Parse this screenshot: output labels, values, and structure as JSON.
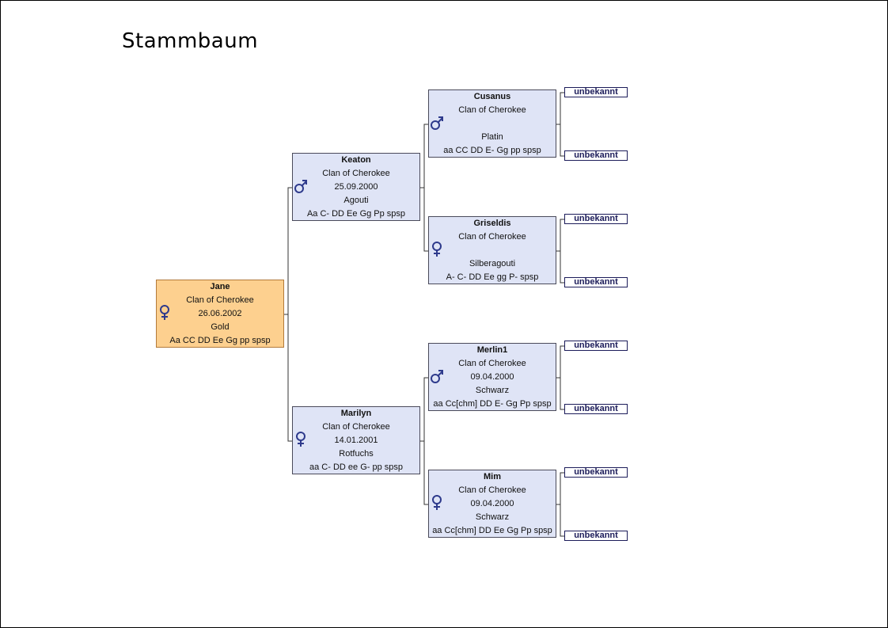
{
  "title": "Stammbaum",
  "colors": {
    "card": "#dfe4f6",
    "root": "#fdd08f",
    "symbol": "#2e3a8c",
    "line": "#333333"
  },
  "root": {
    "name": "Jane",
    "clan": "Clan of Cherokee",
    "date": "26.06.2002",
    "color": "Gold",
    "genes": "Aa CC DD Ee Gg pp spsp",
    "sex": "female-symbol-icon"
  },
  "parents": [
    {
      "name": "Keaton",
      "clan": "Clan of Cherokee",
      "date": "25.09.2000",
      "color": "Agouti",
      "genes": "Aa C- DD Ee Gg Pp spsp",
      "sex": "male-symbol-icon"
    },
    {
      "name": "Marilyn",
      "clan": "Clan of Cherokee",
      "date": "14.01.2001",
      "color": "Rotfuchs",
      "genes": "aa C- DD ee G- pp spsp",
      "sex": "female-symbol-icon"
    }
  ],
  "grandparents": [
    {
      "name": "Cusanus",
      "clan": "Clan of Cherokee",
      "date": "",
      "color": "Platin",
      "genes": "aa CC DD E- Gg pp spsp",
      "sex": "male-symbol-icon"
    },
    {
      "name": "Griseldis",
      "clan": "Clan of Cherokee",
      "date": "",
      "color": "Silberagouti",
      "genes": "A- C- DD Ee gg P- spsp",
      "sex": "female-symbol-icon"
    },
    {
      "name": "Merlin1",
      "clan": "Clan of Cherokee",
      "date": "09.04.2000",
      "color": "Schwarz",
      "genes": "aa Cc[chm] DD E- Gg Pp spsp",
      "sex": "male-symbol-icon"
    },
    {
      "name": "Mim",
      "clan": "Clan of Cherokee",
      "date": "09.04.2000",
      "color": "Schwarz",
      "genes": "aa Cc[chm] DD Ee Gg Pp spsp",
      "sex": "female-symbol-icon"
    }
  ],
  "unknown_label": "unbekannt"
}
